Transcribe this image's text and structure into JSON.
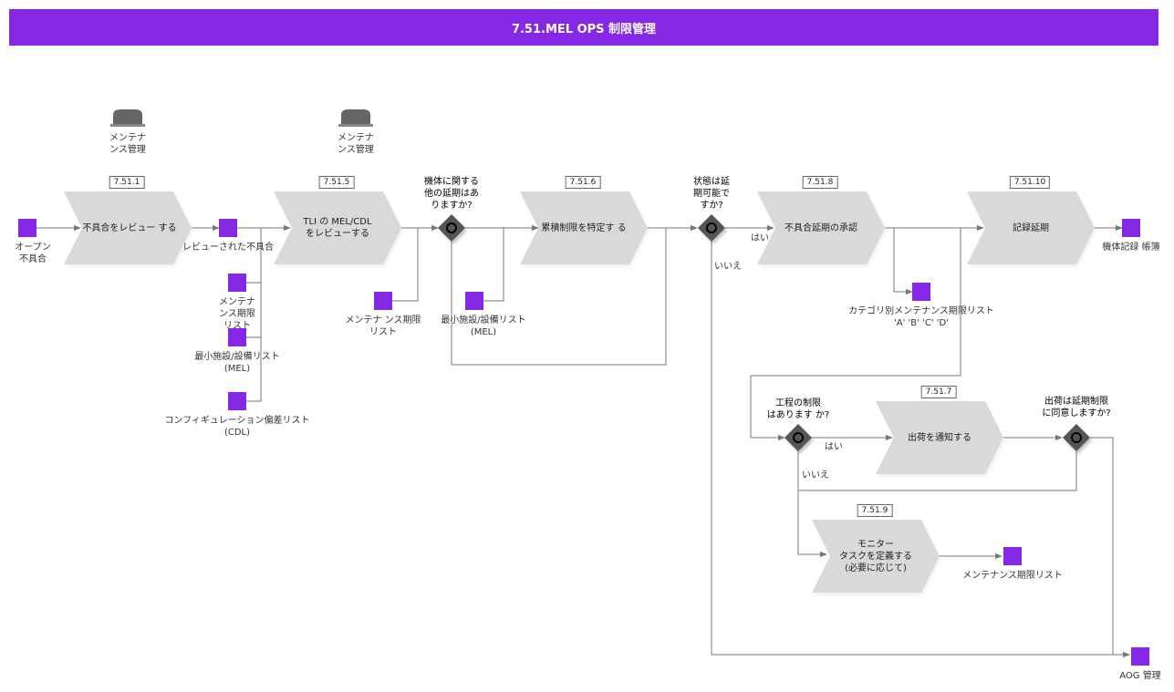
{
  "title": "7.51.MEL OPS 制限管理",
  "roles": {
    "r1": "メンテナ\nンス管理",
    "r2": "メンテナ\nンス管理"
  },
  "steps": {
    "s1": {
      "id": "7.51.1",
      "label": "不具合をレビュー する"
    },
    "s2": {
      "id": "7.51.5",
      "label": "TLI の MEL/CDL\nをレビューする"
    },
    "s3": {
      "id": "7.51.6",
      "label": "累積制限を特定す る"
    },
    "s4": {
      "id": "7.51.8",
      "label": "不具合延期の承認"
    },
    "s5": {
      "id": "7.51.10",
      "label": "記録延期"
    },
    "s6": {
      "id": "7.51.7",
      "label": "出荷を通知する"
    },
    "s7": {
      "id": "7.51.9",
      "label": "モニター\nタスクを定義する\n(必要に応じて)"
    }
  },
  "gateways": {
    "g1": "機体に関する\n他の延期はあ\nりますか?",
    "g2": "状態は延\n期可能で\nすか?",
    "g3": "工程の制限\nはあります か?",
    "g4": "出荷は延期制限\nに同意しますか?"
  },
  "docs": {
    "open": "オープン\n不具合",
    "reviewed": "レビューされた不具合",
    "mtl1": "メンテナ\nンス期限\nリスト",
    "mel1": "最小施設/設備リスト\n(MEL)",
    "cdl": "コンフィギュレーション偏差リスト\n(CDL)",
    "mtl2": "メンテナ ンス期限\nリスト",
    "mel2": "最小施設/設備リスト\n(MEL)",
    "cat": "カテゴリ別メンテナンス期限リスト\n'A' 'B' 'C' 'D'",
    "logbook": "機体記録 帳簿",
    "mtl3": "メンテナンス期限リスト",
    "aog": "AOG 管理"
  },
  "edges": {
    "yes1": "はい",
    "no1": "いいえ",
    "yes2": "はい",
    "no2": "いいえ"
  },
  "colors": {
    "accent": "#8428e6",
    "step": "#d9d9d9",
    "gateway": "#555555",
    "line": "#777777"
  }
}
